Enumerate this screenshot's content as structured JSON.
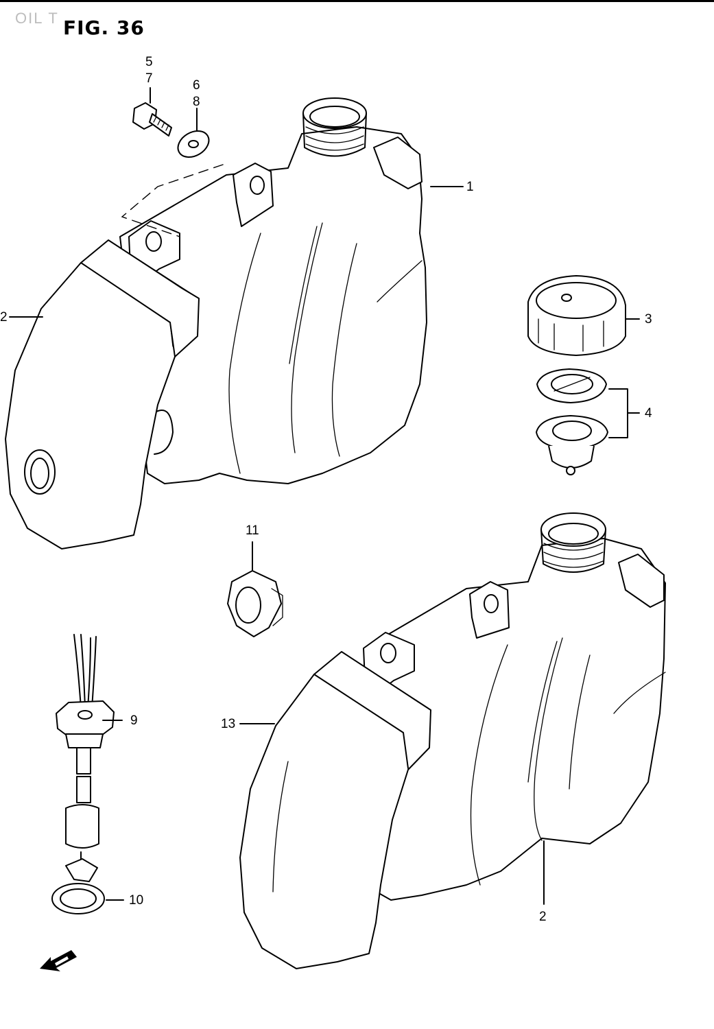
{
  "header": {
    "faint_label": "OIL T",
    "figure_title": "FIG. 36"
  },
  "callouts": {
    "c1": "1",
    "c2_left": "2",
    "c2_bottom": "2",
    "c3": "3",
    "c4": "4",
    "c5": "5",
    "c6": "6",
    "c7": "7",
    "c8": "8",
    "c9": "9",
    "c10": "10",
    "c11": "11",
    "c13": "13"
  },
  "icons": {
    "front_arrow": "front-direction-arrow-icon"
  }
}
